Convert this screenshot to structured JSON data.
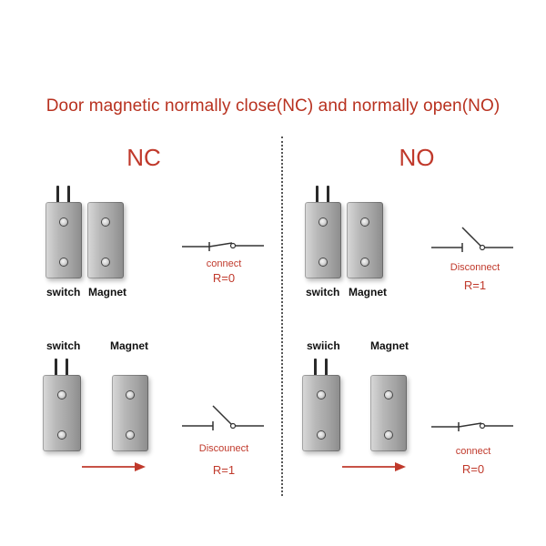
{
  "title": "Door magnetic normally close(NC) and normally open(NO)",
  "nc": {
    "heading": "NC",
    "top": {
      "switch_label": "switch",
      "magnet_label": "Magnet",
      "state_label": "connect",
      "resistance": "R=0"
    },
    "bottom": {
      "switch_label": "switch",
      "magnet_label": "Magnet",
      "state_label": "Discounect",
      "resistance": "R=1"
    }
  },
  "no": {
    "heading": "NO",
    "top": {
      "switch_label": "switch",
      "magnet_label": "Magnet",
      "state_label": "Disconnect",
      "resistance": "R=1"
    },
    "bottom": {
      "switch_label": "swiich",
      "magnet_label": "Magnet",
      "state_label": "connect",
      "resistance": "R=0"
    }
  },
  "colors": {
    "accent_red": "#c0392b",
    "arrow_red": "#c0392b",
    "line_dark": "#333333"
  },
  "icons": [
    "magnetic-switch-icon",
    "magnet-block-icon",
    "switch-symbol-icon",
    "arrow-right-icon"
  ]
}
